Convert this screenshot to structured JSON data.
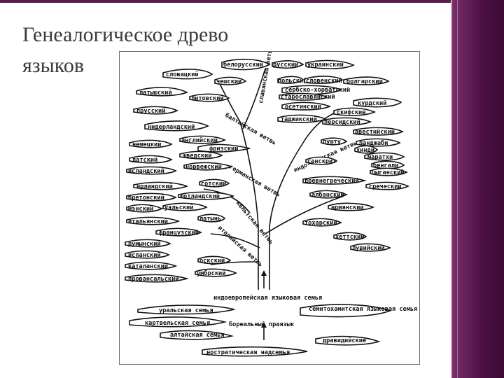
{
  "title": {
    "line1": "Генеалогическое древо",
    "line2": "языков"
  },
  "tree": {
    "slavic_branch": "славянская ветвь",
    "baltic_branch": "балтийская ветвь",
    "germanic_branch": "германская ветвь",
    "celtic_branch": "кельтская ветвь",
    "italic_branch": "италийская ветвь",
    "indo_iranian_branch": "индо-иранская ветвь",
    "languages": {
      "belarusian": "белорусский",
      "russian": "русский",
      "ukrainian": "украинский",
      "slovak": "словацкий",
      "czech": "чешский",
      "polish": "польский",
      "slovenian": "словенский",
      "bulgarian": "болгарский",
      "latvian": "латышский",
      "lithuanian": "литовский",
      "serbocroatian": "сербско-хорватский",
      "old_slavonic": "старославянский",
      "kurdish": "курдский",
      "prussian": "прусский",
      "ossetian": "осетинский",
      "scythian": "скифские",
      "tajik": "таджикский",
      "persian": "персидский",
      "dutch": "нидерландский",
      "avestan": "авестийский",
      "german": "немецкий",
      "english": "английский",
      "pashto": "пушту",
      "punjabi": "панджаби",
      "frisian": "фризский",
      "hindi": "хинди",
      "danish": "датский",
      "swedish": "шведский",
      "marathi": "маратхи",
      "sanskrit": "санскрит",
      "bengali": "бенгали",
      "icelandic": "исландский",
      "norwegian": "норвежский",
      "gypsy": "цыганский",
      "irish": "ирландский",
      "gothic": "готский",
      "ancient_greek": "древнегреческий",
      "greek": "греческий",
      "breton": "бретонский",
      "scottish": "шотландский",
      "albanian": "албанский",
      "manx": "мэнский",
      "welsh": "уэльский",
      "armenian": "армянский",
      "italian": "итальянский",
      "latin": "латынь",
      "tocharian": "тохарский",
      "french": "французский",
      "hittite": "хеттский",
      "romanian": "румынский",
      "luwian": "лувийский",
      "spanish": "испанский",
      "catalan": "каталанский",
      "oscan": "оскский",
      "provencal": "провансальский",
      "umbrian": "умбрский"
    },
    "indo_european_family": "индоевропейская языковая семья",
    "uralic_family": "уральская семья",
    "semito_hamitic_family": "семитохамитская языковая семья",
    "kartvelian_family": "картвельская семья",
    "boreal_proto": "бореальный праязык",
    "altaic_family": "алтайская семья",
    "dravidian": "дравидийские",
    "nostratic_family": "ностратическая надсемья"
  }
}
